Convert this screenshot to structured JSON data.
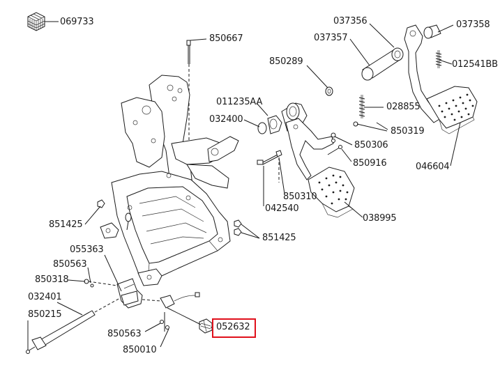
{
  "diagram": {
    "highlight_color": "#e0101b",
    "labels": [
      {
        "id": "p069733",
        "text": "069733"
      },
      {
        "id": "p850667",
        "text": "850667"
      },
      {
        "id": "p037356",
        "text": "037356"
      },
      {
        "id": "p037358",
        "text": "037358"
      },
      {
        "id": "p037357",
        "text": "037357"
      },
      {
        "id": "p850289",
        "text": "850289"
      },
      {
        "id": "p012541BB",
        "text": "012541BB"
      },
      {
        "id": "p011235AA",
        "text": "011235AA"
      },
      {
        "id": "p032400",
        "text": "032400"
      },
      {
        "id": "p028855",
        "text": "028855"
      },
      {
        "id": "p850319",
        "text": "850319"
      },
      {
        "id": "p850306",
        "text": "850306"
      },
      {
        "id": "p850916",
        "text": "850916"
      },
      {
        "id": "p046604",
        "text": "046604"
      },
      {
        "id": "p850310",
        "text": "850310"
      },
      {
        "id": "p042540",
        "text": "042540"
      },
      {
        "id": "p851425a",
        "text": "851425"
      },
      {
        "id": "p038995",
        "text": "038995"
      },
      {
        "id": "p851425b",
        "text": "851425"
      },
      {
        "id": "p055363",
        "text": "055363"
      },
      {
        "id": "p850563a",
        "text": "850563"
      },
      {
        "id": "p850318",
        "text": "850318"
      },
      {
        "id": "p032401",
        "text": "032401"
      },
      {
        "id": "p850215",
        "text": "850215"
      },
      {
        "id": "p052632",
        "text": "052632"
      },
      {
        "id": "p850563b",
        "text": "850563"
      },
      {
        "id": "p850010",
        "text": "850010"
      }
    ]
  }
}
